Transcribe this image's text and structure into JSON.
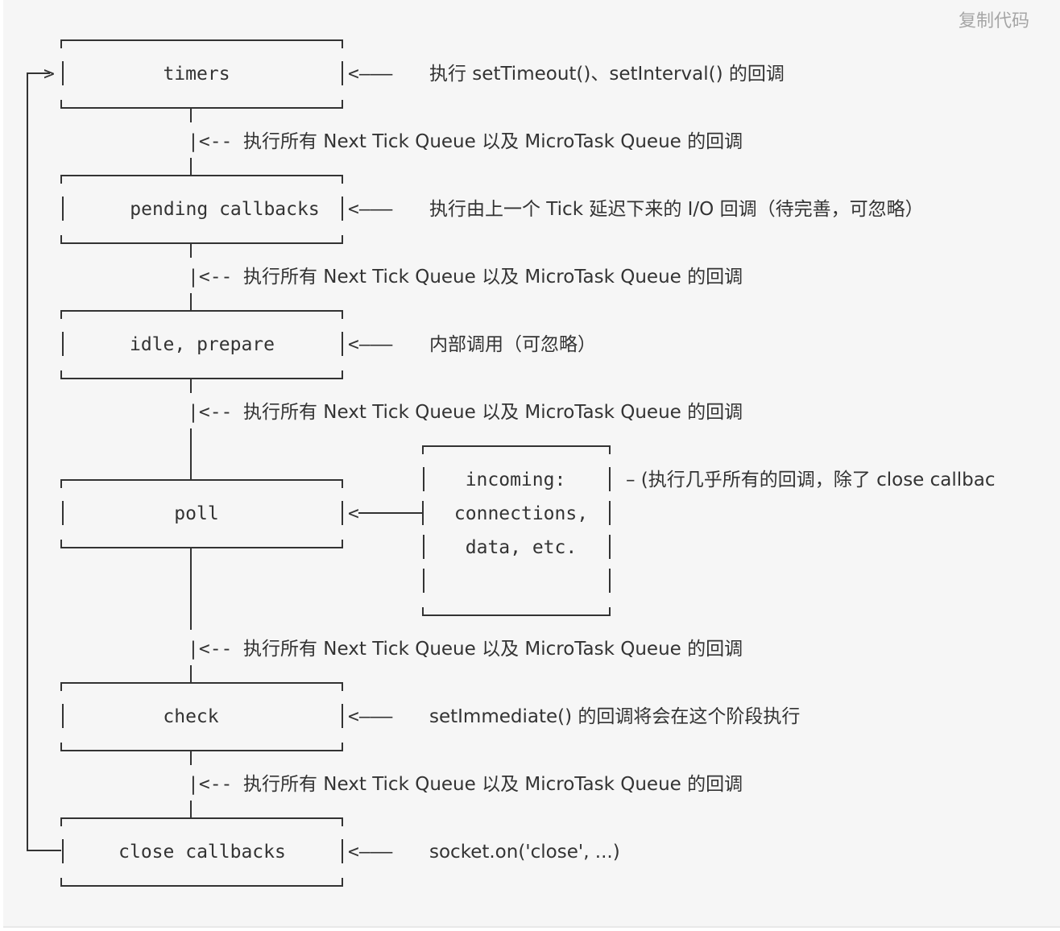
{
  "toolbar": {
    "copy_label": "复制代码"
  },
  "phases": [
    {
      "name": "timers",
      "note": "执行 setTimeout()、setInterval() 的回调"
    },
    {
      "name": "pending callbacks",
      "note": "执行由上一个 Tick 延迟下来的 I/O 回调（待完善，可忽略）"
    },
    {
      "name": "idle, prepare",
      "note": "内部调用（可忽略）"
    },
    {
      "name": "poll",
      "note": ""
    },
    {
      "name": "check",
      "note": "setImmediate() 的回调将会在这个阶段执行"
    },
    {
      "name": "close callbacks",
      "note": "socket.on('close', ...)"
    }
  ],
  "microtask_note": "执行所有 Next Tick Queue 以及 MicroTask Queue 的回调",
  "poll_source": {
    "lines": [
      "incoming:",
      "connections,",
      "data, etc."
    ],
    "note": "– (执行几乎所有的回调，除了 close callbac"
  },
  "arrows": {
    "note_arrow": "<———",
    "microtask_arrow": "|<--",
    "loop_arrow": ">"
  }
}
